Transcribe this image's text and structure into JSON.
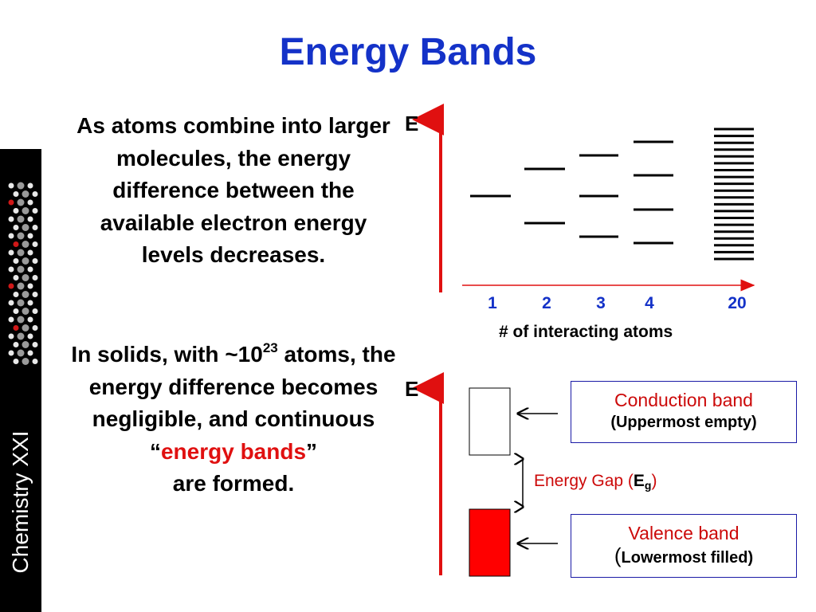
{
  "slide": {
    "title": "Energy Bands",
    "sidebar_label": "Chemistry XXI",
    "paragraph1": "As atoms combine into larger molecules, the energy difference between the available electron energy levels decreases.",
    "paragraph2": {
      "line1": "In solids, with ~10",
      "exponent": "23",
      "rest": "atoms, the energy difference becomes negligible, and continuous",
      "open_quote": "“",
      "highlight": "energy bands",
      "close_quote": "”",
      "end": "are formed."
    }
  },
  "levels_diagram": {
    "y_axis_label": "E",
    "x_axis_label": "# of interacting atoms",
    "x_ticks": [
      "1",
      "2",
      "3",
      "4",
      "20"
    ],
    "levels_per_group": [
      1,
      2,
      3,
      4,
      20
    ]
  },
  "band_diagram": {
    "y_axis_label": "E",
    "conduction": {
      "title": "Conduction band",
      "subtitle": "(Uppermost empty)"
    },
    "valence": {
      "title": "Valence band",
      "subtitle_paren": "(",
      "subtitle_rest": "Lowermost filled)"
    },
    "gap": {
      "prefix": "Energy Gap (",
      "symbol": "E",
      "subscript": "g",
      "suffix": ")"
    },
    "colors": {
      "valence_fill": "#ff0000",
      "axis": "#e01010",
      "box_border": "#1a1aa6",
      "label_red": "#cc0a0a"
    }
  }
}
